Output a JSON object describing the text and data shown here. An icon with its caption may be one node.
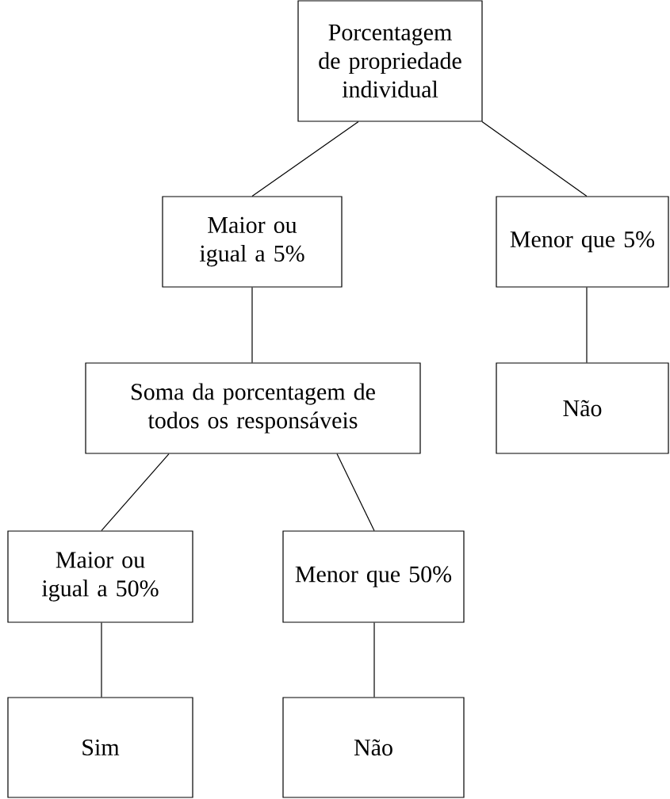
{
  "diagram": {
    "nodes": [
      {
        "text": [
          "Porcentagem de propriedade individual"
        ]
      },
      {
        "text": [
          "Maior ou igual a 5%"
        ]
      },
      {
        "text": [
          "Menor que 5%"
        ]
      },
      {
        "text": [
          "Soma da porcentagem de todos os responsáveis"
        ]
      },
      {
        "text": [
          "Não"
        ]
      },
      {
        "text": [
          "Maior ou igual a 50%"
        ]
      },
      {
        "text": [
          "Menor que 50%"
        ]
      },
      {
        "text": [
          "Sim"
        ]
      },
      {
        "text": [
          "Não"
        ]
      }
    ],
    "edges": [
      {
        "from": 0,
        "to": 1,
        "arrow": "none"
      },
      {
        "from": 0,
        "to": 2,
        "arrow": "none"
      },
      {
        "from": 1,
        "to": 3,
        "arrow": "none"
      },
      {
        "from": 2,
        "to": 4,
        "arrow": "none"
      },
      {
        "from": 3,
        "to": 5,
        "arrow": "none"
      },
      {
        "from": 3,
        "to": 6,
        "arrow": "none"
      },
      {
        "from": 5,
        "to": 7,
        "arrow": "none"
      },
      {
        "from": 6,
        "to": 8,
        "arrow": "none"
      }
    ]
  }
}
